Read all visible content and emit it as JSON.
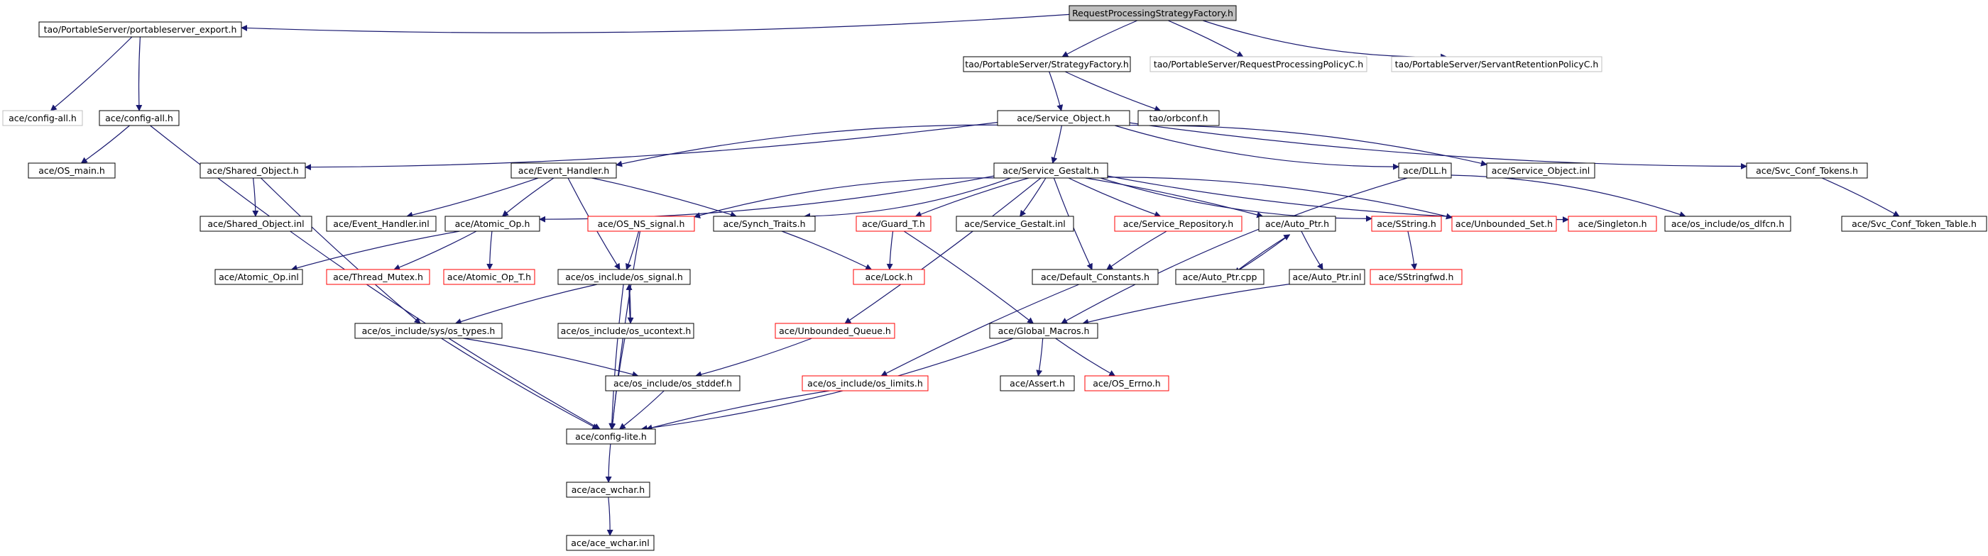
{
  "nodes": [
    {
      "id": "root",
      "label": "RequestProcessingStrategyFactory.h",
      "style": "root"
    },
    {
      "id": "pse",
      "label": "tao/PortableServer/portableserver_export.h",
      "style": "normal"
    },
    {
      "id": "sf",
      "label": "tao/PortableServer/StrategyFactory.h",
      "style": "normal"
    },
    {
      "id": "rpp",
      "label": "tao/PortableServer/RequestProcessingPolicyC.h",
      "style": "gray"
    },
    {
      "id": "srp",
      "label": "tao/PortableServer/ServantRetentionPolicyC.h",
      "style": "gray"
    },
    {
      "id": "ca1",
      "label": "ace/config-all.h",
      "style": "gray"
    },
    {
      "id": "ca2",
      "label": "ace/config-all.h",
      "style": "normal"
    },
    {
      "id": "so",
      "label": "ace/Service_Object.h",
      "style": "normal"
    },
    {
      "id": "orbconf",
      "label": "tao/orbconf.h",
      "style": "normal"
    },
    {
      "id": "osmain",
      "label": "ace/OS_main.h",
      "style": "normal"
    },
    {
      "id": "shobj",
      "label": "ace/Shared_Object.h",
      "style": "normal"
    },
    {
      "id": "evh",
      "label": "ace/Event_Handler.h",
      "style": "normal"
    },
    {
      "id": "sg",
      "label": "ace/Service_Gestalt.h",
      "style": "normal"
    },
    {
      "id": "dll",
      "label": "ace/DLL.h",
      "style": "normal"
    },
    {
      "id": "soinl",
      "label": "ace/Service_Object.inl",
      "style": "normal"
    },
    {
      "id": "sct",
      "label": "ace/Svc_Conf_Tokens.h",
      "style": "normal"
    },
    {
      "id": "shobjinl",
      "label": "ace/Shared_Object.inl",
      "style": "normal"
    },
    {
      "id": "evhinl",
      "label": "ace/Event_Handler.inl",
      "style": "normal"
    },
    {
      "id": "atomic",
      "label": "ace/Atomic_Op.h",
      "style": "normal"
    },
    {
      "id": "osns",
      "label": "ace/OS_NS_signal.h",
      "style": "red"
    },
    {
      "id": "synch",
      "label": "ace/Synch_Traits.h",
      "style": "normal"
    },
    {
      "id": "guard",
      "label": "ace/Guard_T.h",
      "style": "red"
    },
    {
      "id": "sginl",
      "label": "ace/Service_Gestalt.inl",
      "style": "normal"
    },
    {
      "id": "srep",
      "label": "ace/Service_Repository.h",
      "style": "red"
    },
    {
      "id": "autoptr",
      "label": "ace/Auto_Ptr.h",
      "style": "normal"
    },
    {
      "id": "sstring",
      "label": "ace/SString.h",
      "style": "red"
    },
    {
      "id": "unbset",
      "label": "ace/Unbounded_Set.h",
      "style": "red"
    },
    {
      "id": "singleton",
      "label": "ace/Singleton.h",
      "style": "red"
    },
    {
      "id": "dlfcn",
      "label": "ace/os_include/os_dlfcn.h",
      "style": "normal"
    },
    {
      "id": "scttable",
      "label": "ace/Svc_Conf_Token_Table.h",
      "style": "normal"
    },
    {
      "id": "atomicinl",
      "label": "ace/Atomic_Op.inl",
      "style": "normal"
    },
    {
      "id": "thmutex",
      "label": "ace/Thread_Mutex.h",
      "style": "red"
    },
    {
      "id": "atomict",
      "label": "ace/Atomic_Op_T.h",
      "style": "red"
    },
    {
      "id": "ossignal",
      "label": "ace/os_include/os_signal.h",
      "style": "normal"
    },
    {
      "id": "lock",
      "label": "ace/Lock.h",
      "style": "red"
    },
    {
      "id": "defconst",
      "label": "ace/Default_Constants.h",
      "style": "normal"
    },
    {
      "id": "autoptrcpp",
      "label": "ace/Auto_Ptr.cpp",
      "style": "normal"
    },
    {
      "id": "autoptrinl",
      "label": "ace/Auto_Ptr.inl",
      "style": "normal"
    },
    {
      "id": "sstringfwd",
      "label": "ace/SStringfwd.h",
      "style": "red"
    },
    {
      "id": "systypes",
      "label": "ace/os_include/sys/os_types.h",
      "style": "normal"
    },
    {
      "id": "ucontext",
      "label": "ace/os_include/os_ucontext.h",
      "style": "normal"
    },
    {
      "id": "unbq",
      "label": "ace/Unbounded_Queue.h",
      "style": "red"
    },
    {
      "id": "gmacros",
      "label": "ace/Global_Macros.h",
      "style": "normal"
    },
    {
      "id": "stddef",
      "label": "ace/os_include/os_stddef.h",
      "style": "normal"
    },
    {
      "id": "limits",
      "label": "ace/os_include/os_limits.h",
      "style": "red"
    },
    {
      "id": "assert",
      "label": "ace/Assert.h",
      "style": "normal"
    },
    {
      "id": "oserrno",
      "label": "ace/OS_Errno.h",
      "style": "red"
    },
    {
      "id": "configlite",
      "label": "ace/config-lite.h",
      "style": "normal"
    },
    {
      "id": "acewchar",
      "label": "ace/ace_wchar.h",
      "style": "normal"
    },
    {
      "id": "acewcharinl",
      "label": "ace/ace_wchar.inl",
      "style": "normal"
    }
  ],
  "edges": [
    [
      "root",
      "pse"
    ],
    [
      "root",
      "sf"
    ],
    [
      "root",
      "rpp"
    ],
    [
      "root",
      "srp"
    ],
    [
      "pse",
      "ca1"
    ],
    [
      "pse",
      "ca2"
    ],
    [
      "ca2",
      "osmain"
    ],
    [
      "ca2",
      "configlite"
    ],
    [
      "sf",
      "so"
    ],
    [
      "sf",
      "orbconf"
    ],
    [
      "so",
      "shobj"
    ],
    [
      "so",
      "evh"
    ],
    [
      "so",
      "sg"
    ],
    [
      "so",
      "dll"
    ],
    [
      "so",
      "soinl"
    ],
    [
      "so",
      "sct"
    ],
    [
      "shobj",
      "shobjinl"
    ],
    [
      "shobj",
      "systypes"
    ],
    [
      "evh",
      "evhinl"
    ],
    [
      "evh",
      "atomic"
    ],
    [
      "evh",
      "synch"
    ],
    [
      "evh",
      "ossignal"
    ],
    [
      "sg",
      "atomic"
    ],
    [
      "sg",
      "osns"
    ],
    [
      "sg",
      "synch"
    ],
    [
      "sg",
      "guard"
    ],
    [
      "sg",
      "sginl"
    ],
    [
      "sg",
      "srep"
    ],
    [
      "sg",
      "autoptr"
    ],
    [
      "sg",
      "sstring"
    ],
    [
      "sg",
      "unbset"
    ],
    [
      "sg",
      "singleton"
    ],
    [
      "sg",
      "unbq"
    ],
    [
      "sg",
      "defconst"
    ],
    [
      "dll",
      "dlfcn"
    ],
    [
      "dll",
      "gmacros"
    ],
    [
      "sct",
      "scttable"
    ],
    [
      "atomic",
      "atomicinl"
    ],
    [
      "atomic",
      "thmutex"
    ],
    [
      "atomic",
      "atomict"
    ],
    [
      "osns",
      "ossignal"
    ],
    [
      "osns",
      "configlite"
    ],
    [
      "synch",
      "lock"
    ],
    [
      "guard",
      "lock"
    ],
    [
      "guard",
      "gmacros"
    ],
    [
      "srep",
      "defconst"
    ],
    [
      "autoptr",
      "autoptrcpp"
    ],
    [
      "autoptr",
      "autoptrinl"
    ],
    [
      "autoptrcpp",
      "autoptr"
    ],
    [
      "autoptrinl",
      "gmacros"
    ],
    [
      "sstring",
      "sstringfwd"
    ],
    [
      "ossignal",
      "systypes"
    ],
    [
      "ossignal",
      "ucontext"
    ],
    [
      "ossignal",
      "configlite"
    ],
    [
      "ucontext",
      "ossignal"
    ],
    [
      "ucontext",
      "configlite"
    ],
    [
      "systypes",
      "stddef"
    ],
    [
      "systypes",
      "configlite"
    ],
    [
      "unbq",
      "stddef"
    ],
    [
      "defconst",
      "limits"
    ],
    [
      "gmacros",
      "assert"
    ],
    [
      "gmacros",
      "oserrno"
    ],
    [
      "gmacros",
      "configlite"
    ],
    [
      "limits",
      "configlite"
    ],
    [
      "stddef",
      "configlite"
    ],
    [
      "configlite",
      "acewchar"
    ],
    [
      "acewchar",
      "acewcharinl"
    ]
  ],
  "colors": {
    "edge": "#191970",
    "normal_border": "#000000",
    "normal_fill": "#ffffff",
    "red_border": "#ff0000",
    "gray_border": "#bfbfbf",
    "gray_text": "#7f7f7f",
    "root_fill": "#bfbfbf",
    "text": "#000000"
  }
}
